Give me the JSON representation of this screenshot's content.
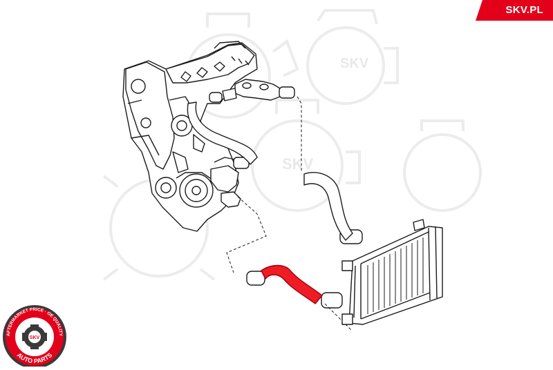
{
  "brand": {
    "site": "SKV.PL"
  },
  "watermark": {
    "text": "SKV"
  },
  "seal": {
    "top_text": "AFTERMARKET PRICE · OE QUALITY",
    "bottom_text": "AUTO PARTS",
    "center_text": "SKV"
  },
  "colors": {
    "accent_red": "#e3001b",
    "hose_highlight": "#ee1c24",
    "line_art": "#1a1a1a",
    "watermark": "#ececec",
    "seal_ring": "#3a3a3a"
  },
  "diagram": {
    "highlighted_part": "lower-radiator-hose",
    "parts": [
      "engine-block",
      "upper-radiator-hose",
      "lower-radiator-hose",
      "radiator",
      "hose-clamps",
      "thermostat-housing",
      "water-pump"
    ]
  }
}
